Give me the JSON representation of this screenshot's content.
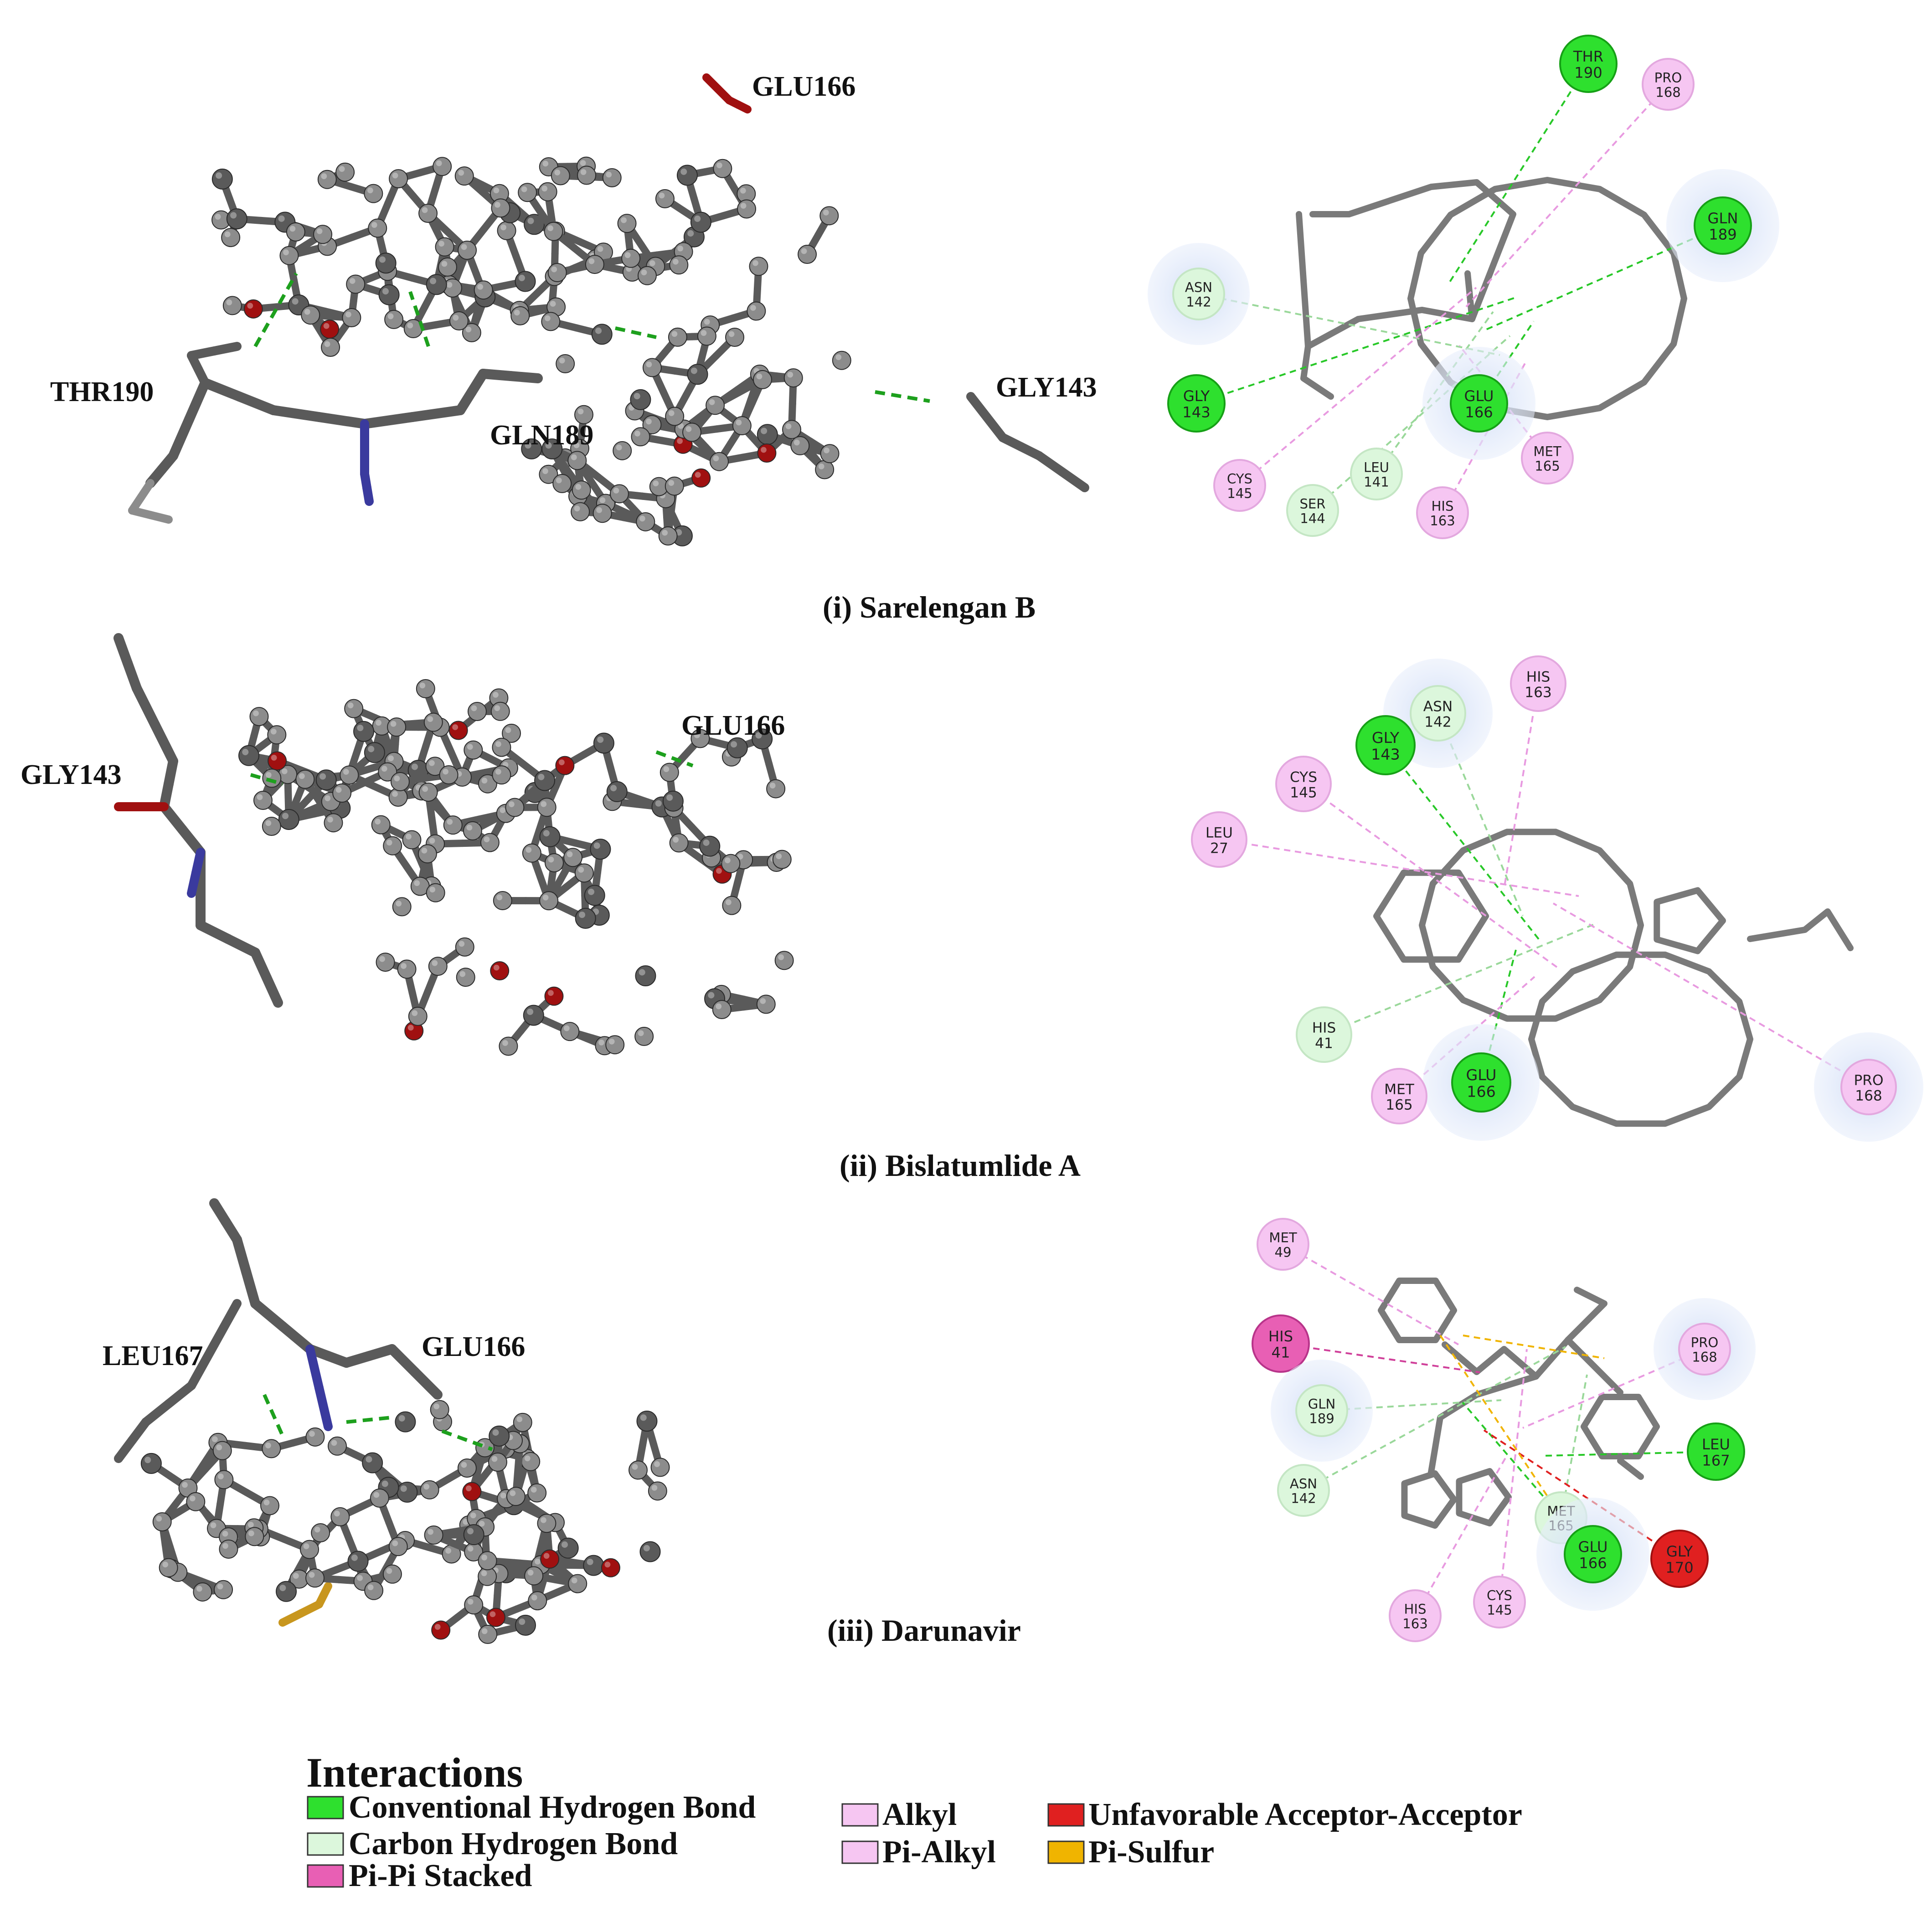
{
  "colors": {
    "conventional_hbond": "#2ee02e",
    "carbon_hbond": "#dcf7dc",
    "pi_pi": "#e85fb4",
    "alkyl": "#f6c6f2",
    "unfavorable": "#e02020",
    "pi_sulfur": "#f0b400",
    "carbon": "#5a5a5a",
    "hydrogen": "#8c8c8c",
    "oxygen": "#a01010",
    "nitrogen": "#3a3a9e",
    "sulfur": "#c8961e",
    "halo": "#dde6f8"
  },
  "panels": [
    {
      "caption": "(i) Sarelengan B",
      "labels_3d": [
        "THR190",
        "GLU166",
        "GLY143",
        "GLN189"
      ],
      "residues_2d": [
        {
          "name": "THR",
          "num": "190",
          "type": "hbond"
        },
        {
          "name": "PRO",
          "num": "168",
          "type": "alkyl"
        },
        {
          "name": "GLN",
          "num": "189",
          "type": "hbond"
        },
        {
          "name": "ASN",
          "num": "142",
          "type": "carbon"
        },
        {
          "name": "GLY",
          "num": "143",
          "type": "hbond"
        },
        {
          "name": "GLU",
          "num": "166",
          "type": "hbond"
        },
        {
          "name": "MET",
          "num": "165",
          "type": "alkyl"
        },
        {
          "name": "CYS",
          "num": "145",
          "type": "alkyl"
        },
        {
          "name": "LEU",
          "num": "141",
          "type": "carbon"
        },
        {
          "name": "SER",
          "num": "144",
          "type": "carbon"
        },
        {
          "name": "HIS",
          "num": "163",
          "type": "alkyl"
        }
      ]
    },
    {
      "caption": "(ii) Bislatumlide A",
      "labels_3d": [
        "GLY143",
        "GLU166"
      ],
      "residues_2d": [
        {
          "name": "HIS",
          "num": "163",
          "type": "alkyl"
        },
        {
          "name": "ASN",
          "num": "142",
          "type": "carbon"
        },
        {
          "name": "GLY",
          "num": "143",
          "type": "hbond"
        },
        {
          "name": "CYS",
          "num": "145",
          "type": "alkyl"
        },
        {
          "name": "LEU",
          "num": "27",
          "type": "alkyl"
        },
        {
          "name": "HIS",
          "num": "41",
          "type": "carbon"
        },
        {
          "name": "GLU",
          "num": "166",
          "type": "hbond"
        },
        {
          "name": "MET",
          "num": "165",
          "type": "alkyl"
        },
        {
          "name": "PRO",
          "num": "168",
          "type": "alkyl"
        }
      ]
    },
    {
      "caption": "(iii) Darunavir",
      "labels_3d": [
        "LEU167",
        "GLU166"
      ],
      "residues_2d": [
        {
          "name": "MET",
          "num": "49",
          "type": "alkyl"
        },
        {
          "name": "HIS",
          "num": "41",
          "type": "pi"
        },
        {
          "name": "GLN",
          "num": "189",
          "type": "carbon"
        },
        {
          "name": "PRO",
          "num": "168",
          "type": "alkyl"
        },
        {
          "name": "LEU",
          "num": "167",
          "type": "hbond"
        },
        {
          "name": "ASN",
          "num": "142",
          "type": "carbon"
        },
        {
          "name": "MET",
          "num": "165",
          "type": "carbon"
        },
        {
          "name": "GLU",
          "num": "166",
          "type": "hbond"
        },
        {
          "name": "GLY",
          "num": "170",
          "type": "unfav"
        },
        {
          "name": "HIS",
          "num": "163",
          "type": "alkyl"
        },
        {
          "name": "CYS",
          "num": "145",
          "type": "alkyl"
        }
      ]
    }
  ],
  "legend": {
    "title": "Interactions",
    "items": [
      {
        "label": "Conventional Hydrogen Bond",
        "color": "#2ee02e"
      },
      {
        "label": "Carbon Hydrogen Bond",
        "color": "#dcf7dc"
      },
      {
        "label": "Pi-Pi Stacked",
        "color": "#e85fb4"
      },
      {
        "label": "Alkyl",
        "color": "#f6c6f2"
      },
      {
        "label": "Pi-Alkyl",
        "color": "#f6c6f2"
      },
      {
        "label": "Unfavorable Acceptor-Acceptor",
        "color": "#e02020"
      },
      {
        "label": "Pi-Sulfur",
        "color": "#f0b400"
      }
    ]
  }
}
